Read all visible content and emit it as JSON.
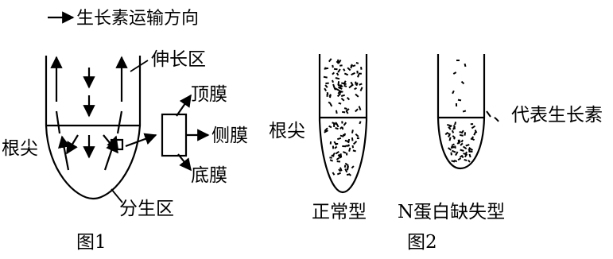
{
  "legend": "生长素运输方向",
  "figure1": {
    "caption": "图1",
    "label_elongation": "伸长区",
    "label_root_tip": "根尖",
    "label_meristem": "分生区",
    "label_top_membrane": "顶膜",
    "label_side_membrane": "侧膜",
    "label_bottom_membrane": "底膜"
  },
  "figure2": {
    "caption": "图2",
    "label_root_tip": "根尖",
    "label_normal": "正常型",
    "label_mutant": "N蛋白缺失型",
    "label_auxin": "、代表生长素"
  }
}
